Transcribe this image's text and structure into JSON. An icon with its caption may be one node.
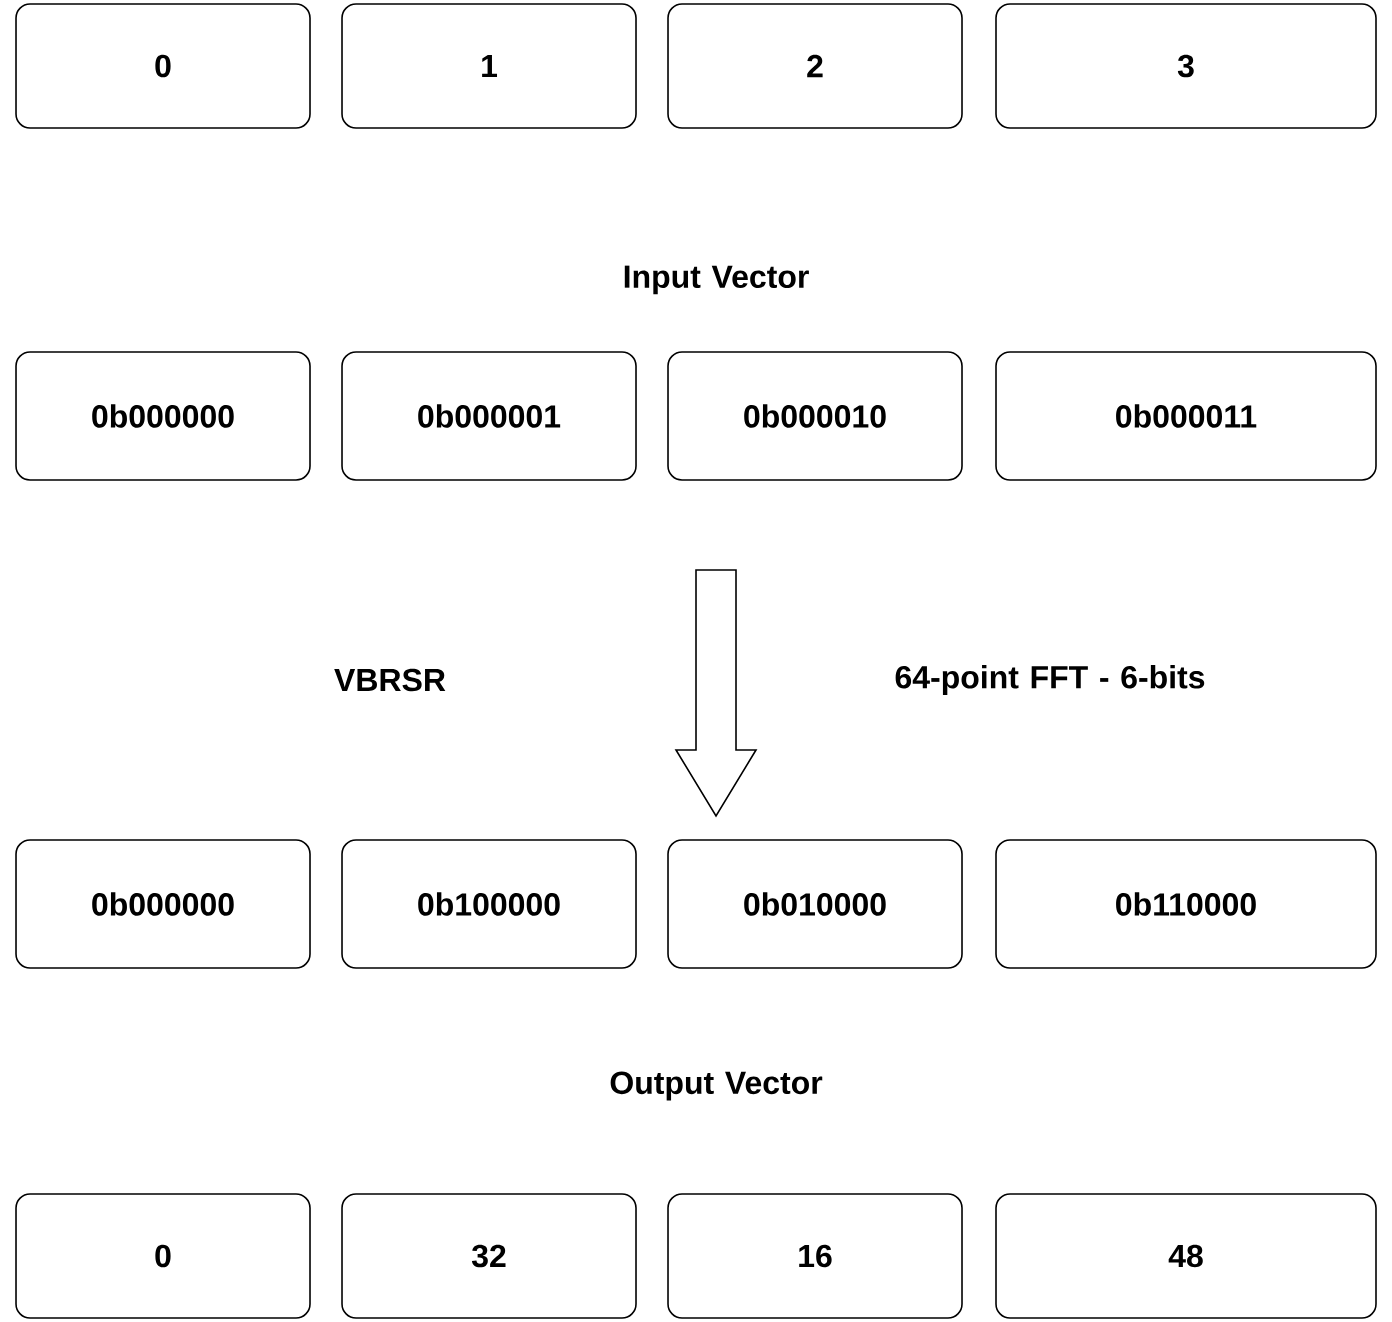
{
  "diagram": {
    "nodes": [
      {
        "text": [
          "0"
        ]
      },
      {
        "text": [
          "1"
        ]
      },
      {
        "text": [
          "2"
        ]
      },
      {
        "text": [
          "3"
        ]
      },
      {
        "text": [
          "0b000000"
        ]
      },
      {
        "text": [
          "0b000001"
        ]
      },
      {
        "text": [
          "0b000010"
        ]
      },
      {
        "text": [
          "0b000011"
        ]
      },
      {
        "text": [
          "0b000000"
        ]
      },
      {
        "text": [
          "0b100000"
        ]
      },
      {
        "text": [
          "0b010000"
        ]
      },
      {
        "text": [
          "0b110000"
        ]
      },
      {
        "text": [
          "0"
        ]
      },
      {
        "text": [
          "32"
        ]
      },
      {
        "text": [
          "16"
        ]
      },
      {
        "text": [
          "48"
        ]
      }
    ],
    "labels": [
      "Input Vector",
      "VBRSR",
      "64-point FFT - 6-bits",
      "Output Vector"
    ]
  }
}
